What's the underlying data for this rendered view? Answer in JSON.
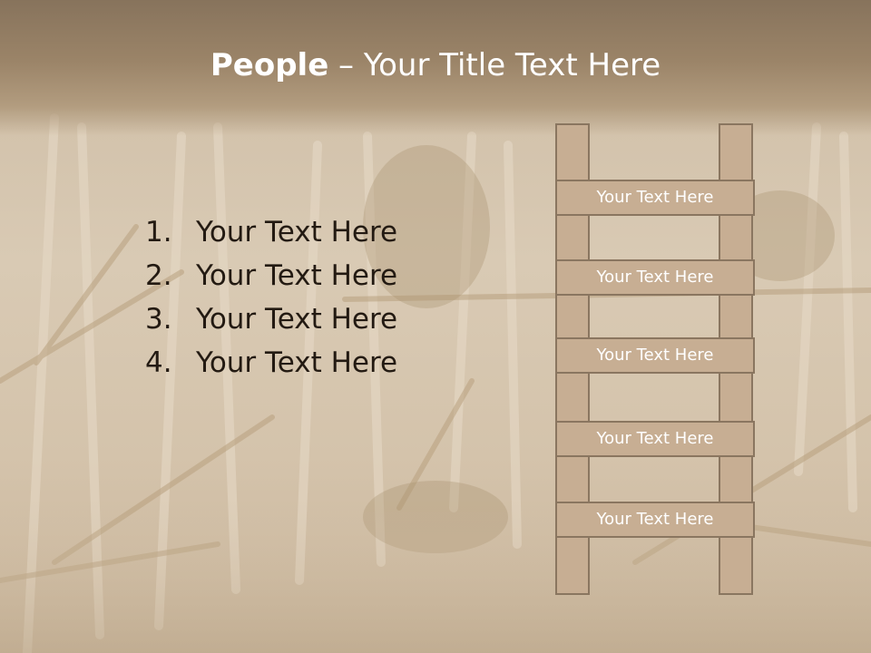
{
  "slide": {
    "title_bold": "People",
    "title_rest": " – Your Title Text Here",
    "list": [
      {
        "num": "1.",
        "text": "Your Text Here"
      },
      {
        "num": "2.",
        "text": "Your Text Here"
      },
      {
        "num": "3.",
        "text": "Your Text Here"
      },
      {
        "num": "4.",
        "text": "Your Text Here"
      }
    ],
    "ladder_rungs": [
      "Your Text Here",
      "Your Text Here",
      "Your Text Here",
      "Your Text Here",
      "Your Text Here"
    ]
  },
  "colors": {
    "title_band": "#9b8468",
    "ladder_fill": "#c7ae93",
    "ladder_border": "#8a7660",
    "list_text": "#231a12"
  }
}
